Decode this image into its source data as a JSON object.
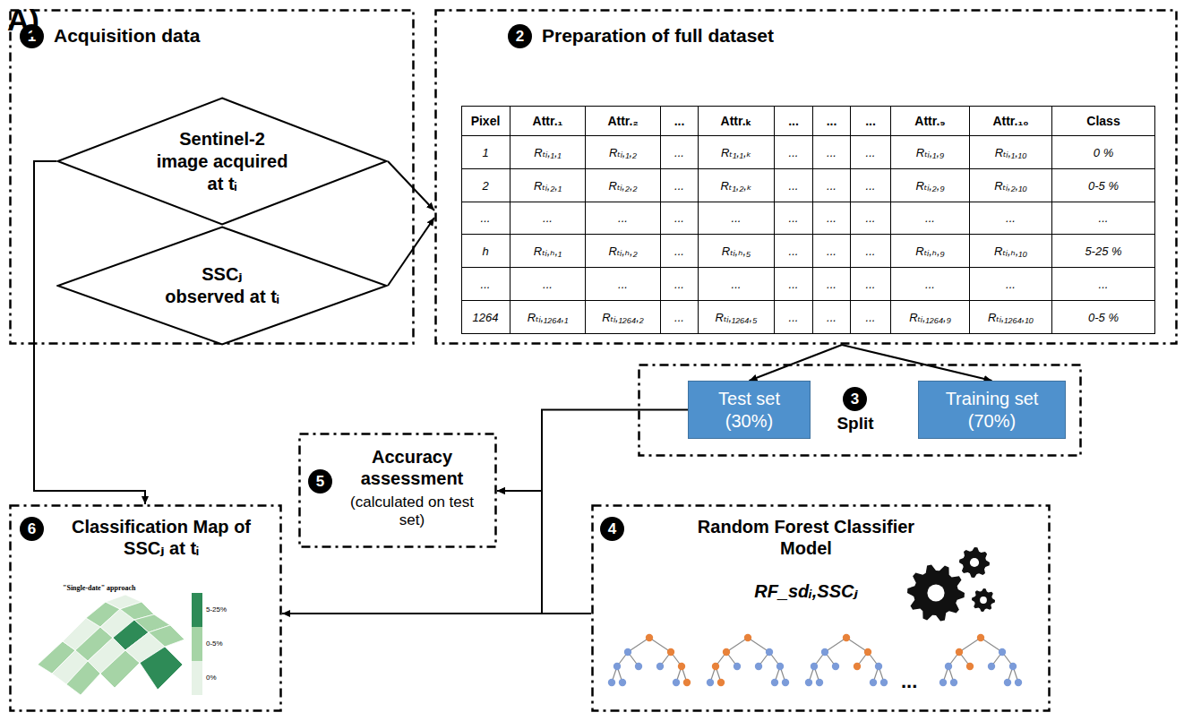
{
  "diagram": {
    "nodes": [
      {
        "text": [
          "Acquisition data"
        ]
      },
      {
        "text": [
          "1"
        ],
        "in": 0
      },
      {
        "text": [
          "Sentinel-2 image acquired at tᵢ"
        ],
        "in": 0
      },
      {
        "text": [
          "SSCⱼ observed at tᵢ"
        ],
        "in": 0
      },
      {
        "text": [
          "Preparation of full dataset"
        ]
      },
      {
        "text": [
          "2"
        ],
        "in": 4
      },
      {
        "text": [
          "Split"
        ]
      },
      {
        "text": [
          "3"
        ],
        "in": 6
      },
      {
        "text": [
          "Test set (30%)"
        ],
        "in": 6
      },
      {
        "text": [
          "Training set (70%)"
        ],
        "in": 6
      },
      {
        "text": [
          "Accuracy assessment",
          "(calculated on test set)"
        ]
      },
      {
        "text": [
          "5"
        ],
        "in": 10
      },
      {
        "text": [
          "Random Forest Classifier Model",
          "RF_sdᵢ,SSCⱼ"
        ]
      },
      {
        "text": [
          "4"
        ],
        "in": 12
      },
      {
        "text": [
          "Classification Map of SSCⱼ at tᵢ"
        ]
      },
      {
        "text": [
          "6"
        ],
        "in": 14
      }
    ],
    "edges": [
      {
        "from": 2,
        "to": 4,
        "arrow": "to"
      },
      {
        "from": 3,
        "to": 4,
        "arrow": "to"
      },
      {
        "from": 2,
        "to": 14,
        "arrow": "to"
      },
      {
        "from": 4,
        "to": 8,
        "arrow": "to"
      },
      {
        "from": 4,
        "to": 9,
        "arrow": "to"
      },
      {
        "from": 8,
        "to": 10,
        "arrow": "to"
      },
      {
        "from": 12,
        "to": 10,
        "arrow": "to"
      },
      {
        "from": 12,
        "to": 14,
        "arrow": "to"
      }
    ],
    "labels": [
      "A)",
      "Pixel",
      "Attr.₁",
      "Attr.₂",
      "...",
      "Attr.ₖ",
      "...",
      "...",
      "...",
      "Attr.₉",
      "Attr.₁₀",
      "Class",
      "1",
      "Rₜᵢ,₁,₁",
      "Rₜᵢ,₁,₂",
      "...",
      "Rₜ₁,₁,ₖ",
      "...",
      "...",
      "...",
      "Rₜᵢ,₁,₉",
      "Rₜᵢ,₁,₁₀",
      "0 %",
      "2",
      "Rₜᵢ,₂,₁",
      "Rₜᵢ,₂,₂",
      "...",
      "Rₜ₁,₂,ₖ",
      "...",
      "...",
      "...",
      "Rₜᵢ,₂,₉",
      "Rₜᵢ,₂,₁₀",
      "0-5 %",
      "...",
      "...",
      "...",
      "...",
      "...",
      "...",
      "...",
      "...",
      "...",
      "...",
      "...",
      "h",
      "Rₜᵢ,ₕ,₁",
      "Rₜᵢ,ₕ,₂",
      "...",
      "Rₜᵢ,ₕ,₅",
      "...",
      "...",
      "...",
      "Rₜᵢ,ₕ,₉",
      "Rₜᵢ,ₕ,₁₀",
      "5-25 %",
      "...",
      "...",
      "...",
      "...",
      "...",
      "...",
      "...",
      "...",
      "...",
      "...",
      "...",
      "1264",
      "Rₜᵢ,₁₂₆₄,₁",
      "Rₜᵢ,₁₂₆₄,₂",
      "...",
      "Rₜᵢ,₁₂₆₄,₅",
      "...",
      "...",
      "...",
      "Rₜᵢ,₁₂₆₄,₉",
      "Rₜᵢ,₁₂₆₄,₁₀",
      "0-5 %",
      "\"Single-date\" approach",
      "..."
    ],
    "legend": [
      {
        "text": "5-25%",
        "color": "#2e8b57"
      },
      {
        "text": "0-5%",
        "color": "#a6d4a6"
      },
      {
        "text": "0%",
        "color": "#e6f2e6"
      }
    ]
  }
}
